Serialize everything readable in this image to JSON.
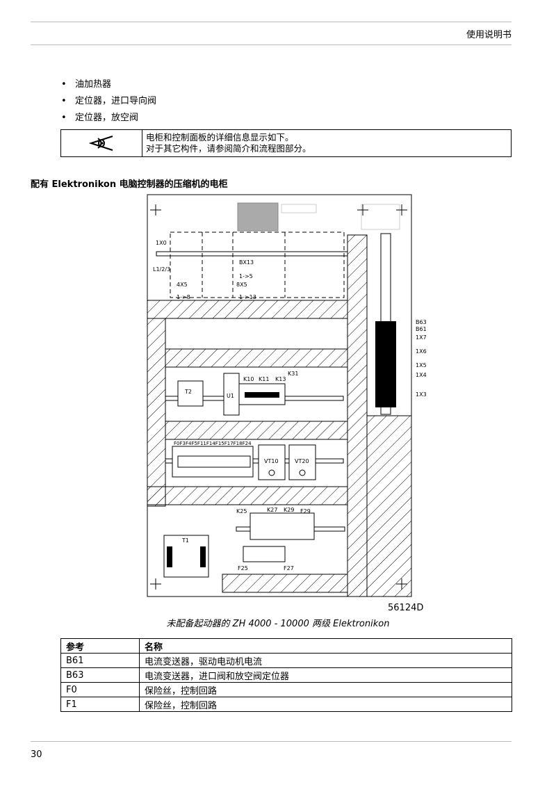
{
  "header": {
    "title": "使用说明书"
  },
  "bullets": [
    "油加热器",
    "定位器，进口导向阀",
    "定位器，放空阀"
  ],
  "note": {
    "icon": "eye-icon",
    "line1": "电柜和控制面板的详细信息显示如下。",
    "line2": "对于其它构件，请参阅简介和流程图部分。"
  },
  "section_title": "配有 Elektronikon 电脑控制器的压缩机的电柜",
  "figure": {
    "drawing_id": "56124D",
    "caption": "未配备起动器的 ZH 4000 - 10000 两级 Elektronikon",
    "labels": {
      "x0": "1X0",
      "l123": "L1/2/3",
      "bx13": "BX13",
      "bx13_range": "1->5",
      "x45": "4X5",
      "x45_range": "1->8",
      "x85": "8X5",
      "x85_range": "1->13",
      "t2": "T2",
      "u1": "U1",
      "k10": "K10",
      "k11": "K11",
      "k13": "K13",
      "k31": "K31",
      "fuses": "F0F3F4F5F11F14F15F17F18F24",
      "vt10": "VT10",
      "vt20": "VT20",
      "k25": "K25",
      "k27": "K27",
      "k29": "K29",
      "f29": "F29",
      "t1": "T1",
      "f25": "F25",
      "f27": "F27",
      "b63": "B63",
      "b61": "B61",
      "x7": "1X7",
      "x6": "1X6",
      "x5": "1X5",
      "x4": "1X4",
      "x3": "1X3"
    }
  },
  "table": {
    "headers": [
      "参考",
      "名称"
    ],
    "rows": [
      [
        "B61",
        "电流变送器，驱动电动机电流"
      ],
      [
        "B63",
        "电流变送器，进口阀和放空阀定位器"
      ],
      [
        "F0",
        "保险丝，控制回路"
      ],
      [
        "F1",
        "保险丝，控制回路"
      ]
    ]
  },
  "page_number": "30"
}
